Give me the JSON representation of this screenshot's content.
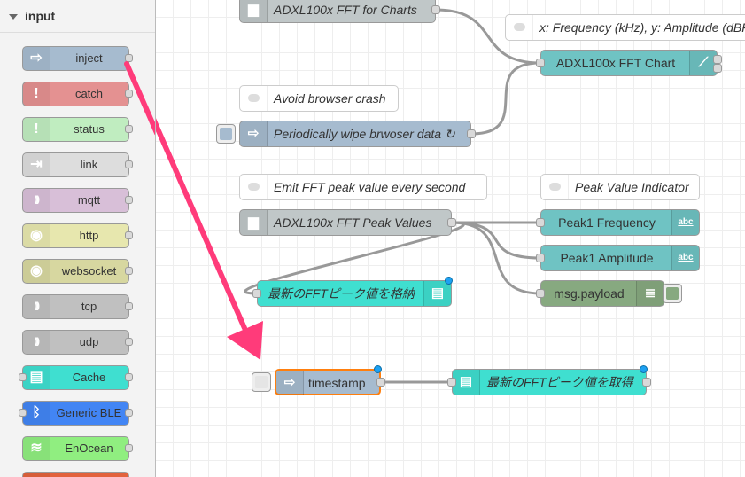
{
  "palette": {
    "category": "input",
    "nodes": [
      {
        "label": "inject",
        "color": "#a6bbcf",
        "icon": "arrow-right-icon",
        "glyph": "⇨",
        "in": false,
        "out": true
      },
      {
        "label": "catch",
        "color": "#e49191",
        "icon": "exclamation-icon",
        "glyph": "!",
        "in": false,
        "out": true
      },
      {
        "label": "status",
        "color": "#c0edc0",
        "icon": "exclamation-icon",
        "glyph": "!",
        "in": false,
        "out": true
      },
      {
        "label": "link",
        "color": "#dddddd",
        "icon": "link-icon",
        "glyph": "⇥",
        "in": false,
        "out": true
      },
      {
        "label": "mqtt",
        "color": "#d8bfd8",
        "icon": "wifi-icon",
        "glyph": ")))",
        "in": false,
        "out": true
      },
      {
        "label": "http",
        "color": "#e7e7ae",
        "icon": "globe-icon",
        "glyph": "◉",
        "in": false,
        "out": true
      },
      {
        "label": "websocket",
        "color": "#d7d7a0",
        "icon": "globe-icon",
        "glyph": "◉",
        "in": false,
        "out": true
      },
      {
        "label": "tcp",
        "color": "#c0c0c0",
        "icon": "bridge-icon",
        "glyph": ")))",
        "in": false,
        "out": true
      },
      {
        "label": "udp",
        "color": "#c0c0c0",
        "icon": "bridge-icon",
        "glyph": ")))",
        "in": false,
        "out": true
      },
      {
        "label": "Cache",
        "color": "#3fdfd0",
        "icon": "database-icon",
        "glyph": "▤",
        "in": true,
        "out": true
      },
      {
        "label": "Generic BLE",
        "color": "#4285f4",
        "icon": "bluetooth-icon",
        "glyph": "ᛒ",
        "in": true,
        "out": true
      },
      {
        "label": "EnOcean",
        "color": "#90ee80",
        "icon": "wifi-icon",
        "glyph": "≋",
        "in": false,
        "out": true
      },
      {
        "label": "",
        "color": "#e2623d",
        "icon": "partial-node-icon",
        "glyph": "",
        "in": false,
        "out": false
      }
    ]
  },
  "workspace": {
    "nodes": [
      {
        "id": "n1",
        "label": "ADXL100x FFT for Charts",
        "italic": true,
        "color": "#c0c7c8",
        "icon": "chart-icon",
        "glyph": "▆",
        "in": false,
        "out": true
      },
      {
        "id": "n2",
        "label": "ADXL100x FFT Chart",
        "italic": false,
        "color": "#6fc3c3",
        "icon": "chart-line-icon",
        "glyph": "⟋",
        "in": true,
        "out": true,
        "iconRight": true
      },
      {
        "id": "n3",
        "label": "Periodically wipe brwoser data ↻",
        "italic": true,
        "color": "#a6bbcf",
        "icon": "arrow-right-icon",
        "glyph": "⇨",
        "in": false,
        "out": true,
        "button": true
      },
      {
        "id": "n4",
        "label": "ADXL100x FFT Peak Values",
        "italic": true,
        "color": "#c0c7c8",
        "icon": "chart-icon",
        "glyph": "▆",
        "in": false,
        "out": true
      },
      {
        "id": "n5",
        "label": "Peak1 Frequency",
        "italic": false,
        "color": "#6fc3c3",
        "icon": "abc-icon",
        "glyph": "abc",
        "in": true,
        "out": false,
        "iconRight": true
      },
      {
        "id": "n6",
        "label": "Peak1 Amplitude",
        "italic": false,
        "color": "#6fc3c3",
        "icon": "abc-icon",
        "glyph": "abc",
        "in": true,
        "out": false,
        "iconRight": true
      },
      {
        "id": "n7",
        "label": "msg.payload",
        "italic": false,
        "color": "#87a980",
        "icon": "list-icon",
        "glyph": "≣",
        "in": true,
        "out": false,
        "iconRight": true,
        "debugButton": true
      },
      {
        "id": "n8",
        "label": "最新のFFTピーク値を格納",
        "italic": true,
        "color": "#3fdfd0",
        "icon": "database-icon",
        "glyph": "▤",
        "in": true,
        "out": false,
        "iconRight": true,
        "changed": true
      },
      {
        "id": "n9",
        "label": "timestamp",
        "italic": false,
        "color": "#a6bbcf",
        "icon": "arrow-right-icon",
        "glyph": "⇨",
        "in": false,
        "out": true,
        "button": true,
        "selected": true,
        "changed": true
      },
      {
        "id": "n10",
        "label": "最新のFFTピーク値を取得",
        "italic": true,
        "color": "#3fdfd0",
        "icon": "database-icon",
        "glyph": "▤",
        "in": true,
        "out": true,
        "changed": true
      }
    ],
    "comments": [
      {
        "id": "c1",
        "label": "x: Frequency (kHz), y: Amplitude (dBFS)"
      },
      {
        "id": "c2",
        "label": "Avoid browser crash"
      },
      {
        "id": "c3",
        "label": "Emit FFT peak value every second"
      },
      {
        "id": "c4",
        "label": "Peak Value Indicator"
      }
    ],
    "annotation_arrow_color": "#ff3b7a"
  }
}
